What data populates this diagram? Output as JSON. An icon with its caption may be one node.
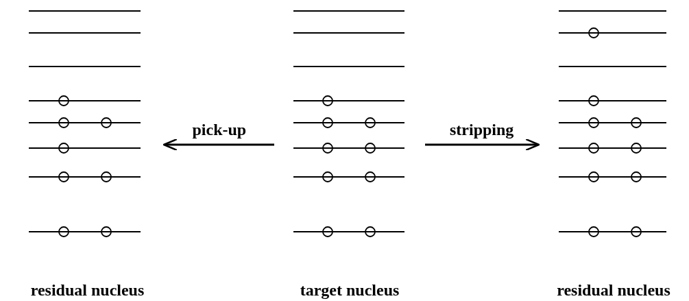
{
  "diagram": {
    "nodes": [
      {
        "text": [
          "residual nucleus"
        ]
      },
      {
        "text": [
          "target nucleus"
        ]
      },
      {
        "text": [
          "residual nucleus"
        ]
      }
    ],
    "edges": [
      {
        "from": 1,
        "to": 0,
        "arrow": "to",
        "label": "pick-up"
      },
      {
        "from": 1,
        "to": 2,
        "arrow": "to",
        "label": "stripping"
      }
    ]
  }
}
